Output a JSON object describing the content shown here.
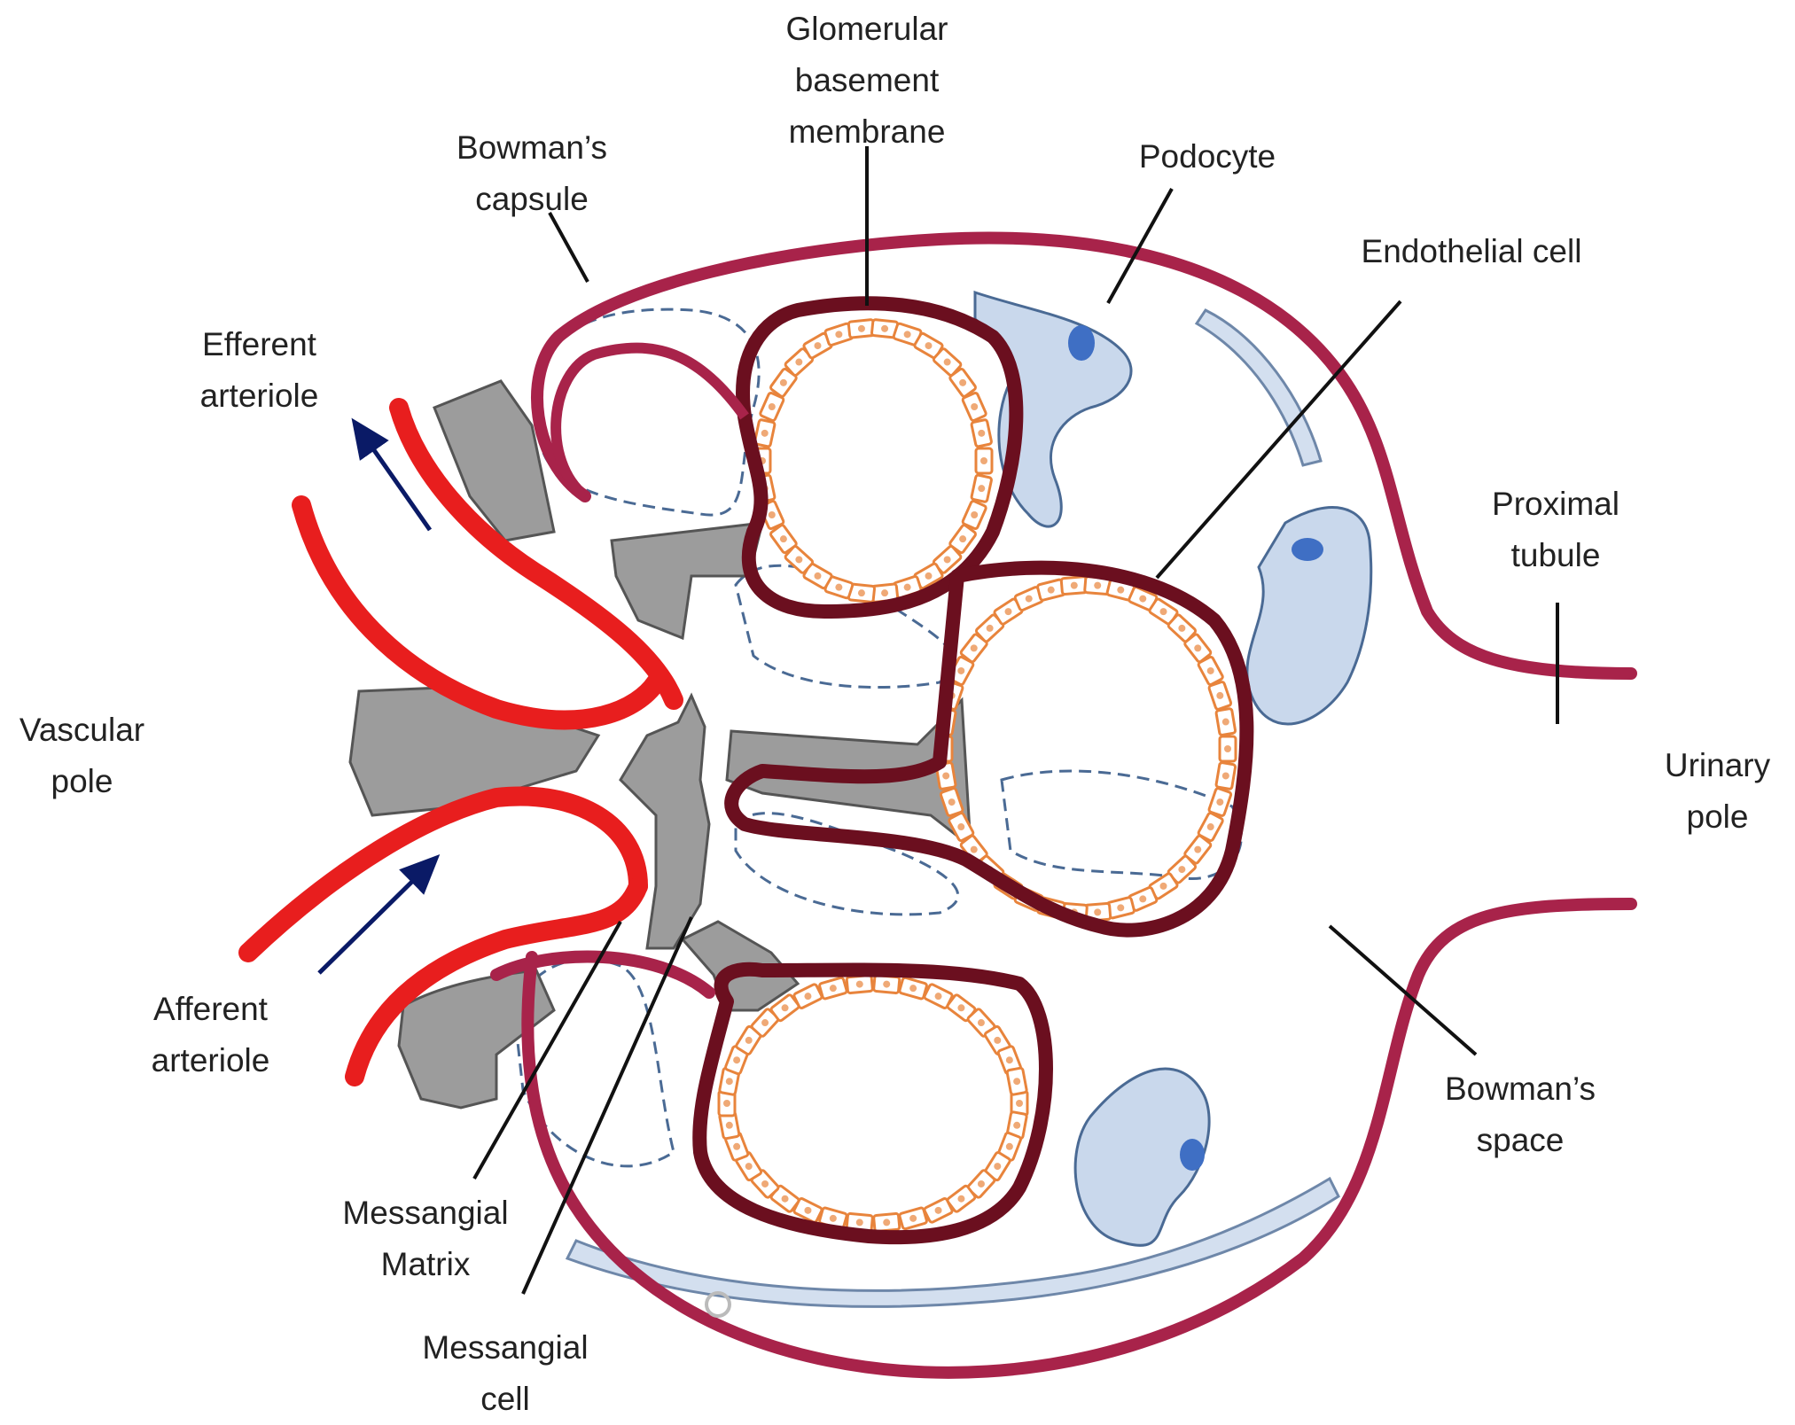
{
  "labels": {
    "gbm": [
      "Glomerular",
      "basement",
      "membrane"
    ],
    "bowmans_capsule": [
      "Bowman’s",
      "capsule"
    ],
    "podocyte": [
      "Podocyte"
    ],
    "endothelial_cell": [
      "Endothelial cell"
    ],
    "efferent_arteriole": [
      "Efferent",
      "arteriole"
    ],
    "proximal_tubule": [
      "Proximal",
      "tubule"
    ],
    "vascular_pole": [
      "Vascular",
      "pole"
    ],
    "urinary_pole": [
      "Urinary",
      "pole"
    ],
    "afferent_arteriole": [
      "Afferent",
      "arteriole"
    ],
    "bowmans_space": [
      "Bowman’s",
      "space"
    ],
    "messangial_matrix": [
      "Messangial",
      "Matrix"
    ],
    "messangial_cell": [
      "Messangial",
      "cell"
    ]
  },
  "colors": {
    "capsule": "#a8234a",
    "capillary_wall": "#6b0f1f",
    "arteriole": "#e81e1e",
    "mesangium": "#9c9c9c",
    "podocyte_fill": "#c9d8ec",
    "podocyte_edge": "#4a6a94",
    "endothelium": "#e8843c",
    "flow_arrow": "#0a1a66"
  }
}
